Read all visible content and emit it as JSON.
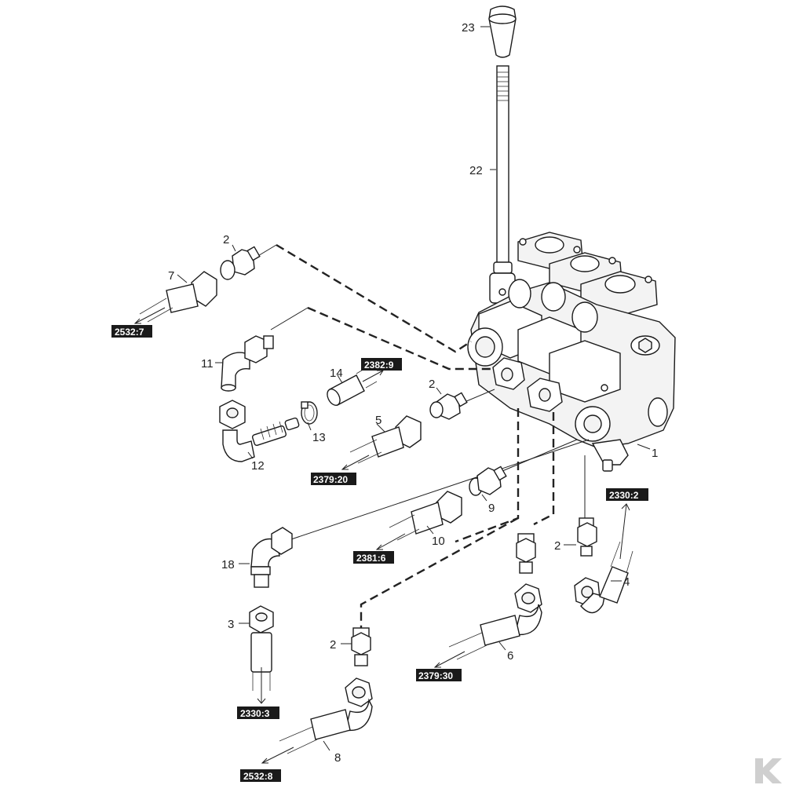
{
  "callouts": {
    "c1": "1",
    "c2a": "2",
    "c2b": "2",
    "c2c": "2",
    "c2d": "2",
    "c3": "3",
    "c4": "4",
    "c5": "5",
    "c6": "6",
    "c7": "7",
    "c8": "8",
    "c9": "9",
    "c10": "10",
    "c11": "11",
    "c12": "12",
    "c13": "13",
    "c14": "14",
    "c18": "18",
    "c22": "22",
    "c23": "23"
  },
  "references": {
    "r2532_7": "2532:7",
    "r2382_9": "2382:9",
    "r2379_20": "2379:20",
    "r2381_6": "2381:6",
    "r2330_2": "2330:2",
    "r2379_30": "2379:30",
    "r2330_3": "2330:3",
    "r2532_8": "2532:8"
  },
  "icons": {
    "brand": "k-logo-icon"
  },
  "colors": {
    "line": "#1b1b1b",
    "reference_box": "#1a1a1a",
    "logo": "#cfcfcf"
  }
}
